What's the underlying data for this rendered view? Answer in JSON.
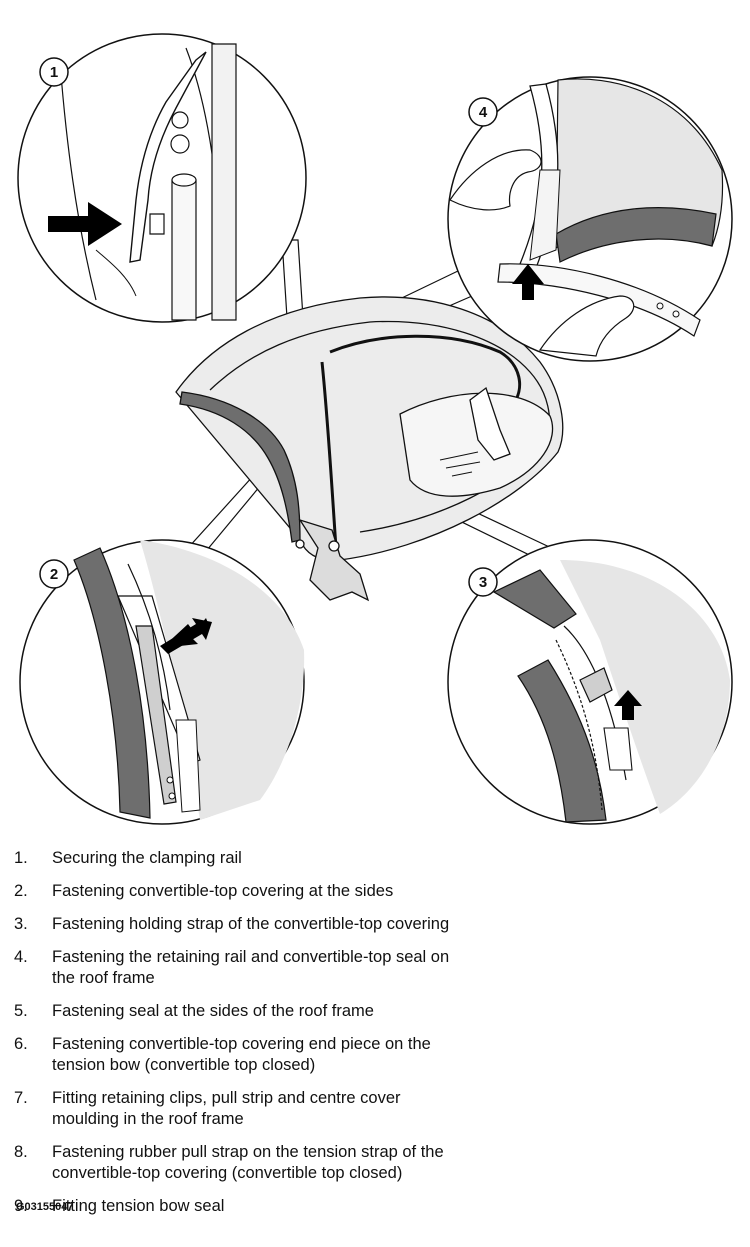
{
  "callouts": [
    {
      "number": "1"
    },
    {
      "number": "2"
    },
    {
      "number": "3"
    },
    {
      "number": "4"
    }
  ],
  "legend": [
    {
      "number": "1.",
      "text": "Securing the clamping rail"
    },
    {
      "number": "2.",
      "text": "Fastening convertible-top covering at the sides"
    },
    {
      "number": "3.",
      "text": "Fastening holding strap of the convertible-top covering"
    },
    {
      "number": "4.",
      "text": "Fastening the retaining rail and convertible-top seal on the roof frame"
    },
    {
      "number": "5.",
      "text": "Fastening seal at the sides of the roof frame"
    },
    {
      "number": "6.",
      "text": "Fastening convertible-top covering end piece on the tension bow (convertible top closed)"
    },
    {
      "number": "7.",
      "text": "Fitting retaining clips, pull strip and centre cover moulding in the roof frame"
    },
    {
      "number": "8.",
      "text": "Fastening rubber pull strap on the tension strap of the convertible-top covering (convertible top closed)"
    },
    {
      "number": "9.",
      "text": "Fitting tension bow seal"
    }
  ],
  "figure_code": "G03155047",
  "colors": {
    "line": "#111111",
    "panel_fill": "#e6e6e6",
    "seal_fill": "#6e6e6e",
    "arrow": "#000000"
  }
}
